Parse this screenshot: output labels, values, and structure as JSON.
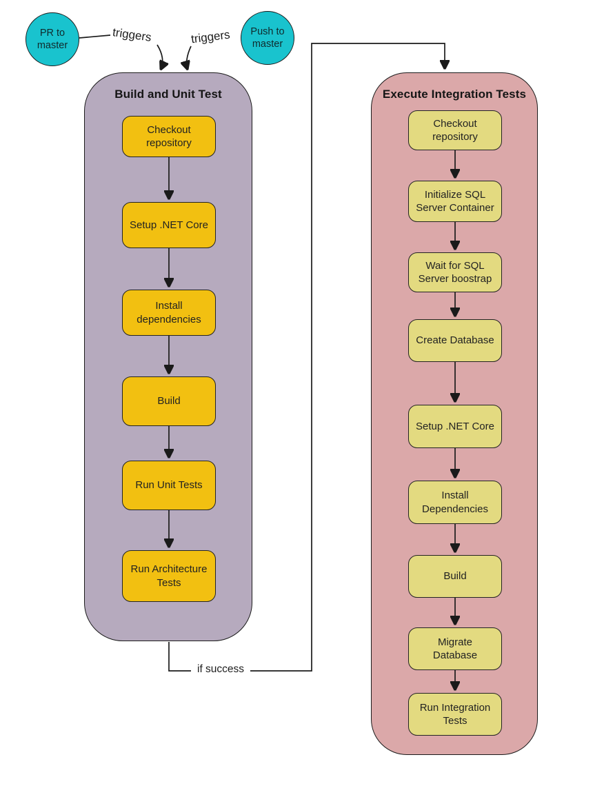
{
  "diagram_type": "ci-pipeline-flowchart",
  "colors": {
    "trigger_circle": "#19c3ce",
    "left_container": "#b6aabe",
    "left_step": "#f2c011",
    "right_container": "#dba8a9",
    "right_step": "#e3da80",
    "line": "#1a1a1a"
  },
  "triggers": [
    {
      "label": "PR to master"
    },
    {
      "label": "Push to master"
    }
  ],
  "edge_labels": {
    "triggers_left": "triggers",
    "triggers_right": "triggers",
    "if_success": "if success"
  },
  "pipelines": [
    {
      "title": "Build and Unit Test",
      "steps": [
        "Checkout repository",
        "Setup .NET Core",
        "Install dependencies",
        "Build",
        "Run Unit Tests",
        "Run Architecture Tests"
      ]
    },
    {
      "title": "Execute Integration Tests",
      "steps": [
        "Checkout repository",
        "Initialize SQL Server Container",
        "Wait for SQL Server boostrap",
        "Create Database",
        "Setup .NET Core",
        "Install Dependencies",
        "Build",
        "Migrate Database",
        "Run Integration Tests"
      ]
    }
  ]
}
